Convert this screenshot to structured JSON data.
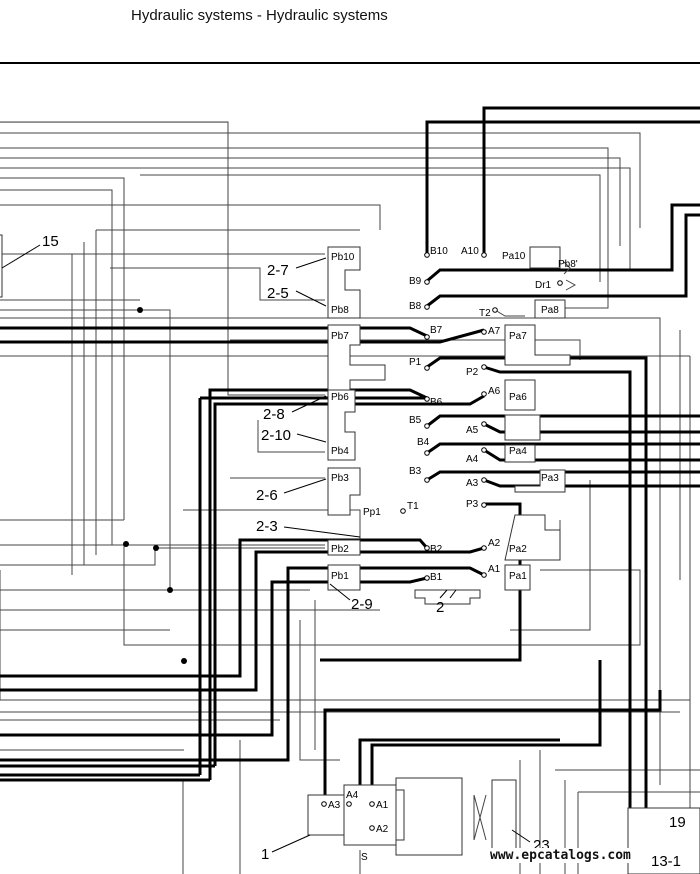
{
  "header": {
    "title": "Hydraulic systems - Hydraulic systems"
  },
  "watermark": "www.epcatalogs.com",
  "ports": {
    "b10": "B10",
    "a10": "A10",
    "pa10": "Pa10",
    "pb10": "Pb10",
    "pb8p": "Pb8'",
    "b9": "B9",
    "dr1": "Dr1",
    "b8": "B8",
    "pb8": "Pb8",
    "pa8": "Pa8",
    "t2": "T2",
    "pb7": "Pb7",
    "b7": "B7",
    "a7": "A7",
    "pa7": "Pa7",
    "p1": "P1",
    "p2": "P2",
    "pb6": "Pb6",
    "b6": "B6",
    "a6": "A6",
    "pa6": "Pa6",
    "b5": "B5",
    "a5": "A5",
    "b4": "B4",
    "pb4": "Pb4",
    "a4": "A4",
    "pa4": "Pa4",
    "b3": "B3",
    "pb3": "Pb3",
    "a3": "A3",
    "pa3": "Pa3",
    "p3": "P3",
    "pp1": "Pp1",
    "t1": "T1",
    "pb2": "Pb2",
    "b2": "B2",
    "a2": "A2",
    "pa2": "Pa2",
    "pb1": "Pb1",
    "b1": "B1",
    "a1": "A1",
    "pa1": "Pa1",
    "pump_a4": "A4",
    "pump_a3": "A3",
    "pump_a1": "A1",
    "pump_a2": "A2",
    "pump_s": "S"
  },
  "callouts": {
    "c15": "15",
    "c2_7": "2-7",
    "c2_5": "2-5",
    "c2_8": "2-8",
    "c2_10": "2-10",
    "c2_6": "2-6",
    "c2_3": "2-3",
    "c2_9": "2-9",
    "c2": "2",
    "c1": "1",
    "c23": "23",
    "c19": "19",
    "c13_1": "13-1"
  }
}
